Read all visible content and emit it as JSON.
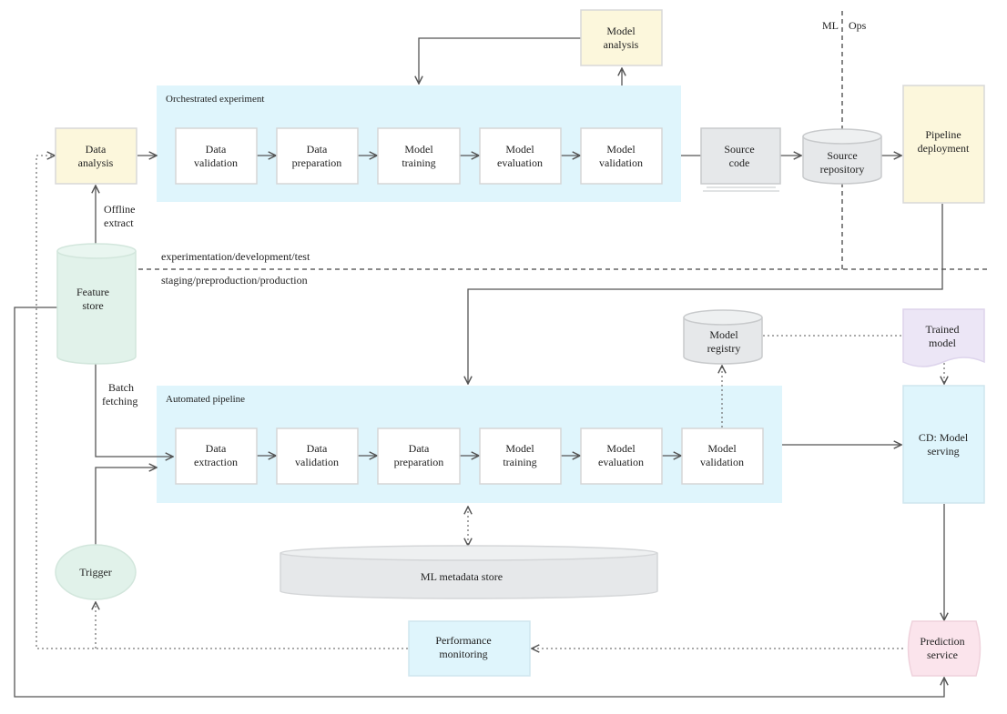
{
  "colors": {
    "lane": "#dff5fc",
    "yellow": "#fcf7dc",
    "gray": "#e6e8ea",
    "green": "#e1f2ea",
    "purple": "#ece6f6",
    "pink": "#fbe4ec",
    "blue_box": "#dff5fc"
  },
  "labels": {
    "ml": "ML",
    "ops": "Ops",
    "env_top": "experimentation/development/test",
    "env_bottom": "staging/preproduction/production",
    "offline_extract": [
      "Offline",
      "extract"
    ],
    "batch_fetching": [
      "Batch",
      "fetching"
    ]
  },
  "lanes": {
    "orchestrated": "Orchestrated experiment",
    "automated": "Automated pipeline"
  },
  "nodes": {
    "model_analysis": [
      "Model",
      "analysis"
    ],
    "data_analysis": [
      "Data",
      "analysis"
    ],
    "exp_data_validation": [
      "Data",
      "validation"
    ],
    "exp_data_preparation": [
      "Data",
      "preparation"
    ],
    "exp_model_training": [
      "Model",
      "training"
    ],
    "exp_model_evaluation": [
      "Model",
      "evaluation"
    ],
    "exp_model_validation": [
      "Model",
      "validation"
    ],
    "source_code": [
      "Source",
      "code"
    ],
    "source_repository": [
      "Source",
      "repository"
    ],
    "pipeline_deployment": [
      "Pipeline",
      "deployment"
    ],
    "feature_store": [
      "Feature",
      "store"
    ],
    "model_registry": [
      "Model",
      "registry"
    ],
    "trained_model": [
      "Trained",
      "model"
    ],
    "auto_data_extraction": [
      "Data",
      "extraction"
    ],
    "auto_data_validation": [
      "Data",
      "validation"
    ],
    "auto_data_preparation": [
      "Data",
      "preparation"
    ],
    "auto_model_training": [
      "Model",
      "training"
    ],
    "auto_model_evaluation": [
      "Model",
      "evaluation"
    ],
    "auto_model_validation": [
      "Model",
      "validation"
    ],
    "cd_model_serving": [
      "CD: Model",
      "serving"
    ],
    "ml_metadata_store": [
      "ML metadata store"
    ],
    "trigger": [
      "Trigger"
    ],
    "performance_monitoring": [
      "Performance",
      "monitoring"
    ],
    "prediction_service": [
      "Prediction",
      "service"
    ]
  }
}
